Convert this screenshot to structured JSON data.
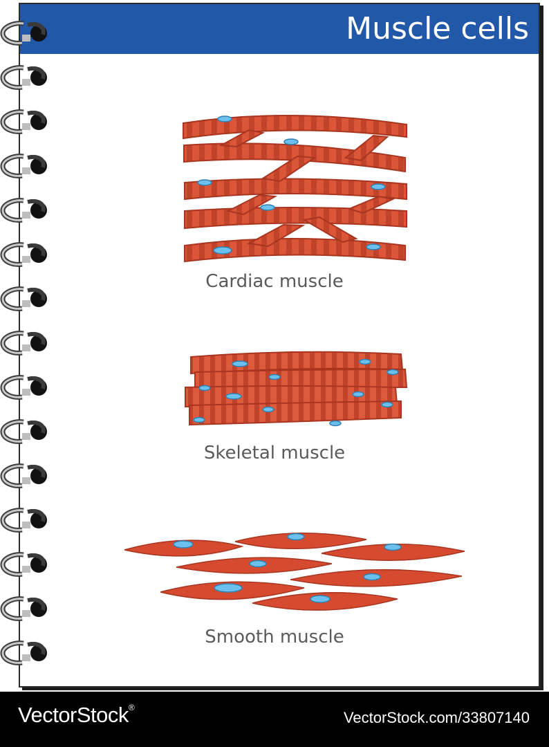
{
  "header": {
    "title": "Muscle cells"
  },
  "sections": [
    {
      "label": "Cardiac muscle"
    },
    {
      "label": "Skeletal muscle"
    },
    {
      "label": "Smooth muscle"
    }
  ],
  "footer": {
    "brand": "VectorStock",
    "brand_registered": "®",
    "url": "VectorStock.com/33807140"
  },
  "colors": {
    "header_blue": "#2158a8",
    "muscle_red": "#d64a30",
    "stripe_dark": "#b63a22",
    "nucleus_blue": "#5fb6e8",
    "label_gray": "#5a5a5a"
  },
  "icons": [
    "spiral-binding-icon"
  ]
}
